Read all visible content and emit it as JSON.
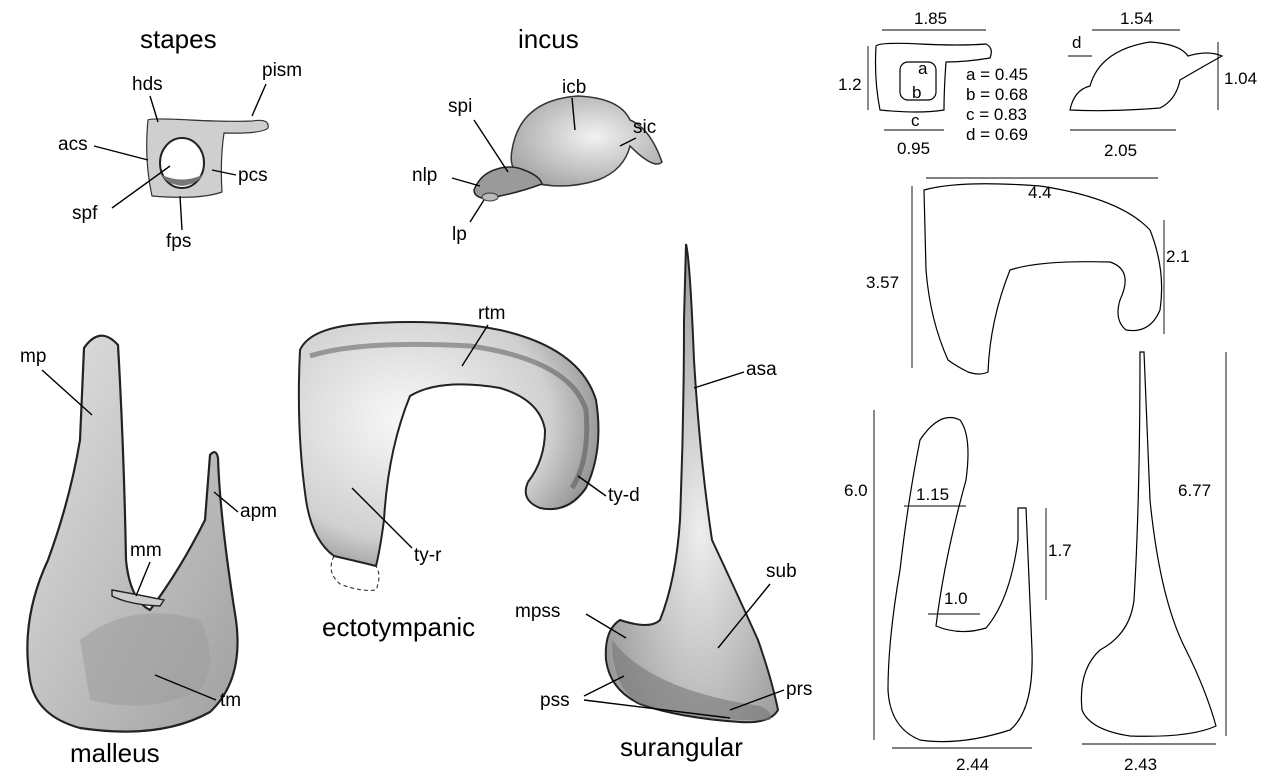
{
  "titles": {
    "stapes": "stapes",
    "incus": "incus",
    "malleus": "malleus",
    "ectotympanic": "ectotympanic",
    "surangular": "surangular"
  },
  "labels": {
    "hds": "hds",
    "pism": "pism",
    "acs": "acs",
    "pcs": "pcs",
    "spf": "spf",
    "fps": "fps",
    "icb": "icb",
    "spi": "spi",
    "sic": "sic",
    "nlp": "nlp",
    "lp": "lp",
    "mp": "mp",
    "apm": "apm",
    "mm": "mm",
    "tm": "tm",
    "rtm": "rtm",
    "ty_d": "ty-d",
    "ty_r": "ty-r",
    "asa": "asa",
    "sub": "sub",
    "mpss": "mpss",
    "pss": "pss",
    "prs": "prs"
  },
  "dims": {
    "stapes_width": "1.85",
    "stapes_height": "1.2",
    "stapes_inner": "0.95",
    "stapes_a": "a",
    "stapes_b": "b",
    "stapes_c": "c",
    "a_val": "a = 0.45",
    "b_val": "b = 0.68",
    "c_val": "c = 0.83",
    "d_val": "d = 0.69",
    "incus_d": "d",
    "incus_top": "1.54",
    "incus_height": "1.04",
    "incus_width": "2.05",
    "ecto_width": "4.4",
    "ecto_height": "3.57",
    "ecto_right": "2.1",
    "mall_height": "6.0",
    "mall_width_top": "1.15",
    "mall_apm": "1.7",
    "mall_mid": "1.0",
    "mall_width": "2.44",
    "sur_height": "6.77",
    "sur_width": "2.43"
  }
}
